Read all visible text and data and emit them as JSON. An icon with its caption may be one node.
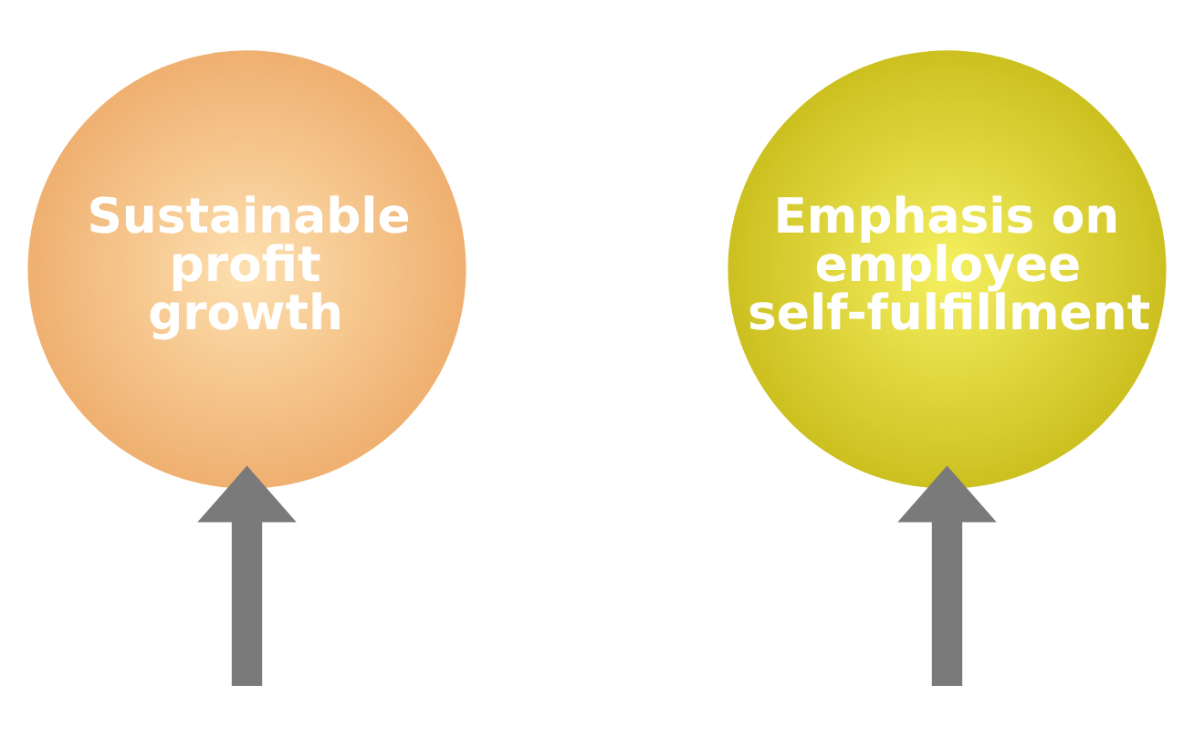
{
  "diagram": {
    "nodes": [
      {
        "text": [
          "Sustainable profit growth"
        ]
      },
      {
        "text": [
          "Emphasis on employee self-fulfillment"
        ]
      }
    ],
    "edges": [
      {
        "from": null,
        "to": 0,
        "arrow": "to"
      },
      {
        "from": null,
        "to": 1,
        "arrow": "to"
      }
    ]
  }
}
